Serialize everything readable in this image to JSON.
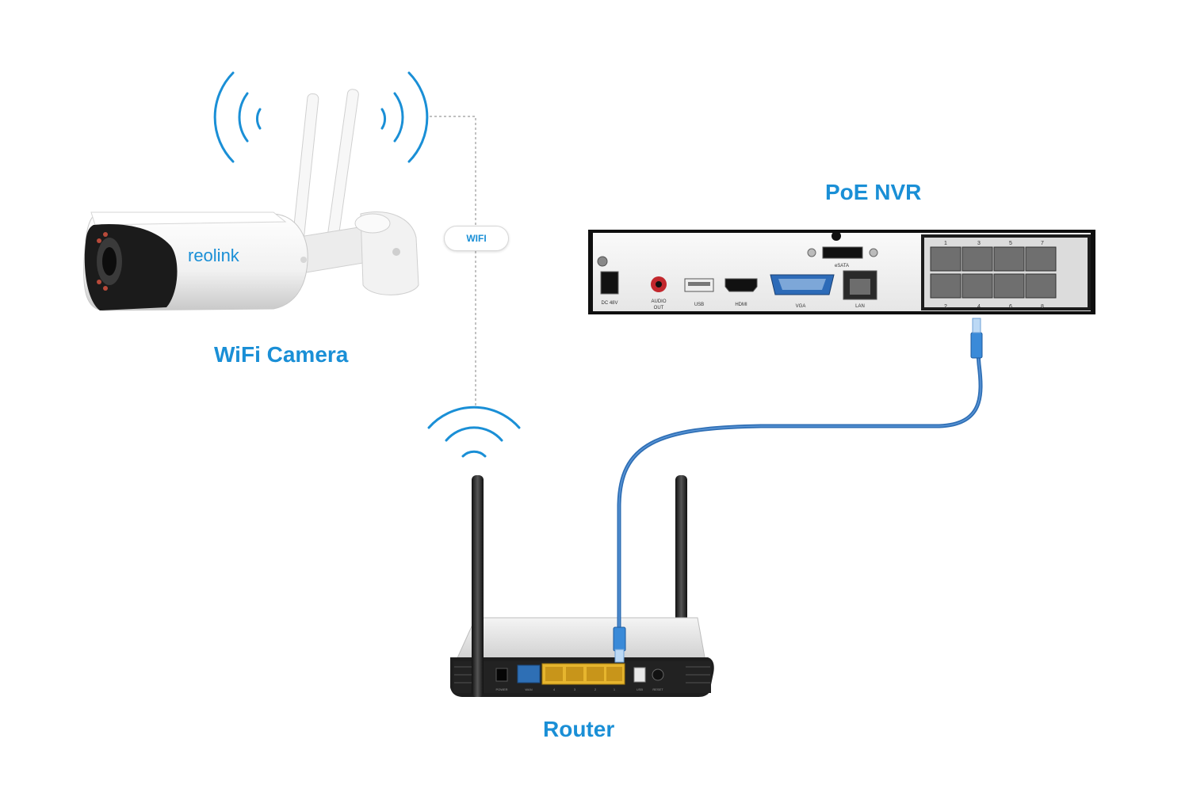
{
  "diagram": {
    "camera_label": "WiFi Camera",
    "nvr_label": "PoE NVR",
    "router_label": "Router",
    "link_label": "WIFI",
    "camera_brand": "reolink",
    "accent_color": "#1a8fd6",
    "cable_color": "#2f6fb5"
  },
  "nvr_panel": {
    "power": "DC 48V",
    "audio": "AUDIO",
    "audio2": "OUT",
    "usb": "USB",
    "hdmi": "HDMI",
    "vga": "VGA",
    "lan": "LAN",
    "esata": "eSATA",
    "ports_top": [
      "1",
      "3",
      "5",
      "7"
    ],
    "ports_bottom": [
      "2",
      "4",
      "6",
      "8"
    ]
  },
  "router_panel": {
    "power": "POWER",
    "wan": "WAN",
    "lan_ports": [
      "4",
      "3",
      "2",
      "1"
    ],
    "usb": "USB",
    "reset": "RESET"
  }
}
